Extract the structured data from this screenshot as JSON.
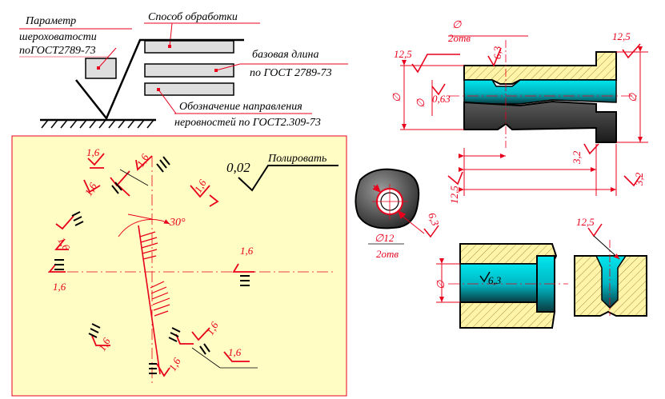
{
  "legend": {
    "param_line1": "Параметр",
    "param_line2": "шероховатости",
    "param_line3": "поГОСТ2789-73",
    "method": "Способ обработки",
    "base_line1": "базовая длина",
    "base_line2": "по ГОСТ 2789-73",
    "dir_line1": "Обозначение направления",
    "dir_line2": "неровностей по ГОСТ2.309-73"
  },
  "panel": {
    "value_002": "0,02",
    "polish": "Полировать",
    "angle": "30°",
    "r": "1,6"
  },
  "shaft": {
    "dia_holes": "∅",
    "holes_count": "2отв",
    "r63": "6,3",
    "r125_left": "12,5",
    "r125_right": "12,5",
    "r063": "0,63",
    "dia_left": "∅",
    "dia_inner": "∅",
    "dia_right": "∅",
    "r32_a": "3,2",
    "r32_b": "3,2",
    "r125_bottom": "12,5"
  },
  "disc": {
    "dia": "∅12",
    "holes": "2отв",
    "r63": "6,3"
  },
  "bushing": {
    "dia": "∅",
    "r63": "6,3"
  },
  "screw": {
    "r125": "12,5"
  },
  "colors": {
    "panel": "#fffcc4",
    "red": "#e8001c",
    "hatch": "#fff4a8",
    "cyan": "#00d8e0",
    "dark": "#3a3a3a"
  }
}
